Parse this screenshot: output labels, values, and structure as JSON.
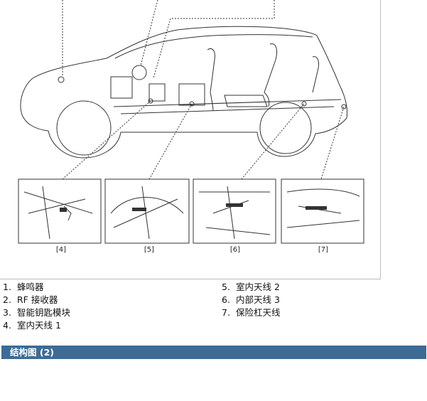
{
  "figure": {
    "details": [
      {
        "label": "[4]"
      },
      {
        "label": "[5]"
      },
      {
        "label": "[6]"
      },
      {
        "label": "[7]"
      }
    ]
  },
  "legend": {
    "left": [
      {
        "num": "1.",
        "text": "蜂鸣器"
      },
      {
        "num": "2.",
        "text": "RF 接收器"
      },
      {
        "num": "3.",
        "text": "智能钥匙模块"
      },
      {
        "num": "4.",
        "text": "室内天线 1"
      }
    ],
    "right": [
      {
        "num": "5.",
        "text": "室内天线 2"
      },
      {
        "num": "6.",
        "text": "内部天线 3"
      },
      {
        "num": "7.",
        "text": "保险杠天线"
      }
    ]
  },
  "section": {
    "title": "结构图 (2)"
  },
  "colors": {
    "section_bar": "#3d6b95",
    "section_text": "#ffffff",
    "line_art": "#333333"
  }
}
